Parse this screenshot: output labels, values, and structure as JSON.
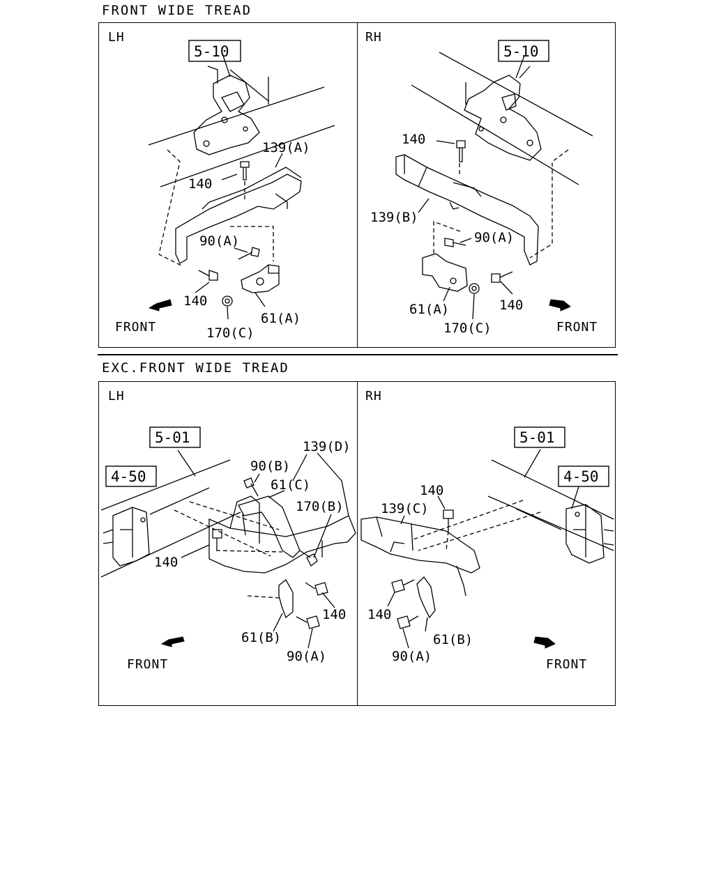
{
  "sections": {
    "top": {
      "title": "FRONT WIDE TREAD",
      "lh": {
        "side": "LH",
        "ref": "5-10",
        "callouts": [
          "139(A)",
          "140",
          "90(A)",
          "140",
          "170(C)",
          "61(A)"
        ],
        "front": "FRONT"
      },
      "rh": {
        "side": "RH",
        "ref": "5-10",
        "callouts": [
          "140",
          "139(B)",
          "90(A)",
          "61(A)",
          "170(C)",
          "140"
        ],
        "front": "FRONT"
      }
    },
    "bottom": {
      "title": "EXC.FRONT WIDE TREAD",
      "lh": {
        "side": "LH",
        "ref_main": "5-01",
        "ref_side": "4-50",
        "callouts": [
          "139(D)",
          "90(B)",
          "61(C)",
          "170(B)",
          "140",
          "140",
          "61(B)",
          "90(A)"
        ],
        "front": "FRONT"
      },
      "rh": {
        "side": "RH",
        "ref_main": "5-01",
        "ref_side": "4-50",
        "callouts": [
          "140",
          "139(C)",
          "140",
          "61(B)",
          "90(A)"
        ],
        "front": "FRONT"
      }
    }
  }
}
